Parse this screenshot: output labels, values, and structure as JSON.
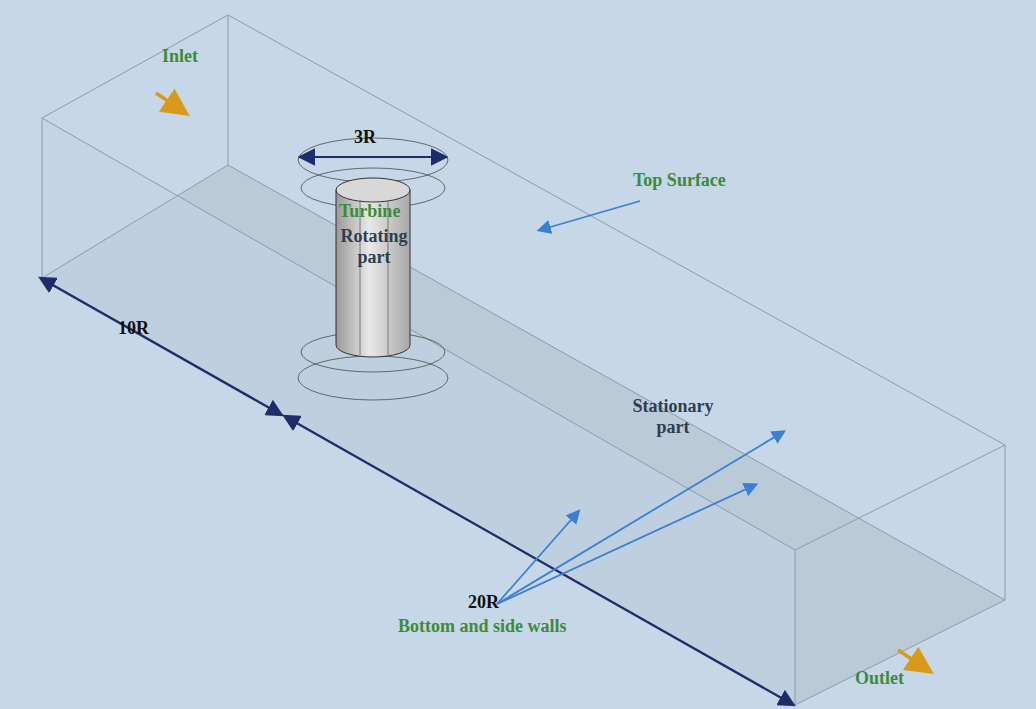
{
  "diagram": {
    "labels": [
      "Inlet",
      "3R",
      "Turbine",
      "Rotating part",
      "Top Surface",
      "10R",
      "Stationary part",
      "20R",
      "Outlet",
      "Bottom and side walls"
    ]
  }
}
